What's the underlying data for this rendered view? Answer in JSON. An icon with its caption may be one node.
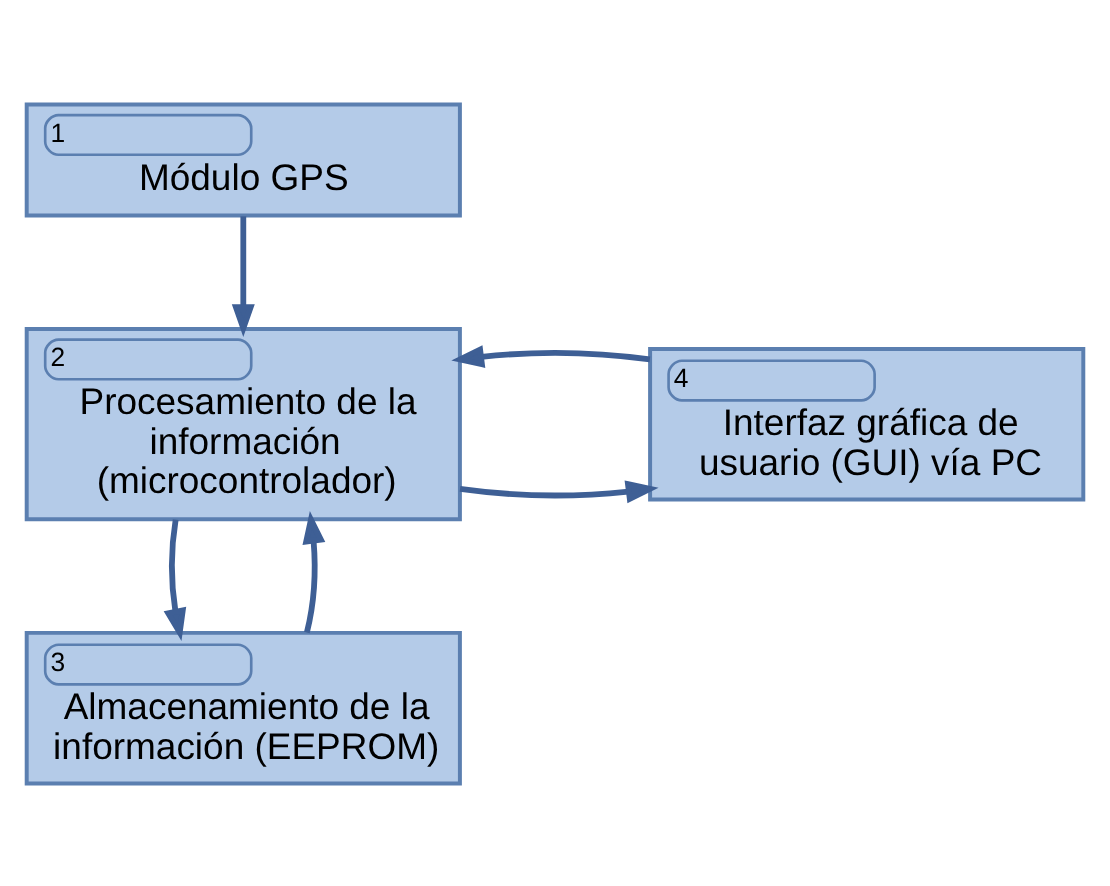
{
  "diagram": {
    "nodes": [
      {
        "text": [
          "1",
          "Módulo GPS"
        ]
      },
      {
        "text": [
          "2",
          "Procesamiento de la información (microcontrolador)"
        ]
      },
      {
        "text": [
          "3",
          "Almacenamiento de la información (EEPROM)"
        ]
      },
      {
        "text": [
          "4",
          "Interfaz gráfica de usuario (GUI) vía PC"
        ]
      }
    ],
    "edges": [
      {
        "from": 0,
        "to": 1,
        "arrow": "to"
      },
      {
        "from": 1,
        "to": 3,
        "arrow": "to"
      },
      {
        "from": 3,
        "to": 1,
        "arrow": "to"
      },
      {
        "from": 1,
        "to": 2,
        "arrow": "to"
      },
      {
        "from": 2,
        "to": 1,
        "arrow": "to"
      }
    ]
  }
}
